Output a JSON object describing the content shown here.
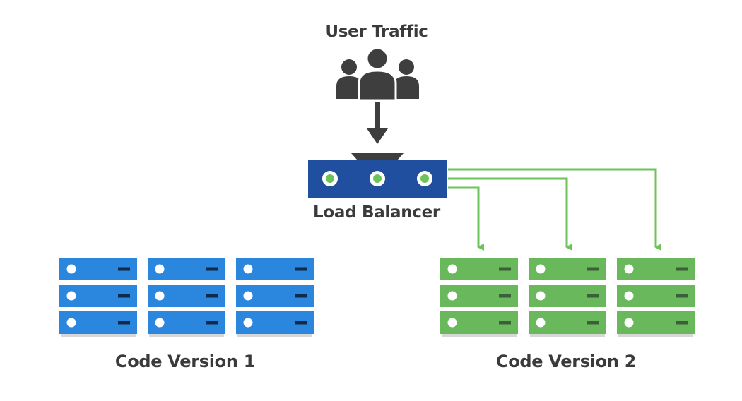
{
  "user_traffic": {
    "label": "User Traffic",
    "icon": "users-icon",
    "icon_color": "#3e3e3e"
  },
  "load_balancer": {
    "label": "Load Balancer",
    "icon": "load-balancer-icon",
    "body_color": "#1f4f9e",
    "indicator_color": "#6cc35a"
  },
  "groups": [
    {
      "key": "v1",
      "label": "Code Version 1",
      "server_color": "#2b87dd",
      "server_count": 3,
      "receives_traffic": false
    },
    {
      "key": "v2",
      "label": "Code Version 2",
      "server_color": "#69b85c",
      "server_count": 3,
      "receives_traffic": true
    }
  ],
  "colors": {
    "text": "#3a3a3a",
    "arrow_dark": "#3e3e3e",
    "arrow_green": "#6cc35a",
    "shadow": "#d7d7d7"
  }
}
